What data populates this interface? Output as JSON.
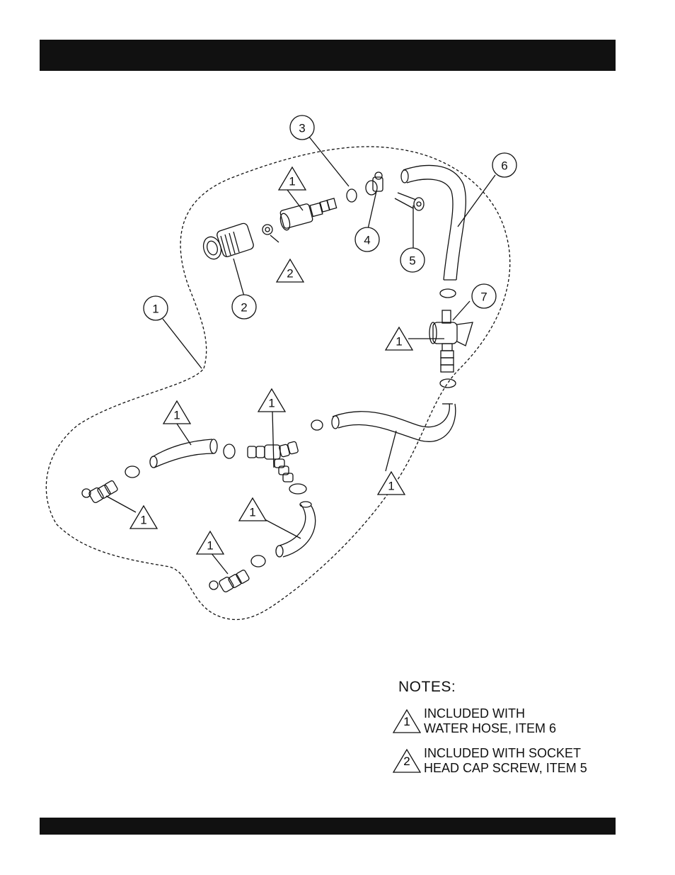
{
  "header_bar": "",
  "footer_bar": "",
  "callouts": {
    "c1": "1",
    "c2": "2",
    "c3": "3",
    "c4": "4",
    "c5": "5",
    "c6": "6",
    "c7": "7"
  },
  "triangles": {
    "t1a": "1",
    "t2a": "2",
    "t1b": "1",
    "t1c": "1",
    "t1d": "1",
    "t1e": "1",
    "t1f": "1",
    "t1g": "1",
    "t1h": "1"
  },
  "notes": {
    "title": "NOTES:",
    "items": [
      {
        "symbol": "1",
        "text": "INCLUDED WITH\nWATER HOSE, ITEM 6"
      },
      {
        "symbol": "2",
        "text": "INCLUDED WITH SOCKET\nHEAD CAP SCREW, ITEM 5"
      }
    ]
  }
}
